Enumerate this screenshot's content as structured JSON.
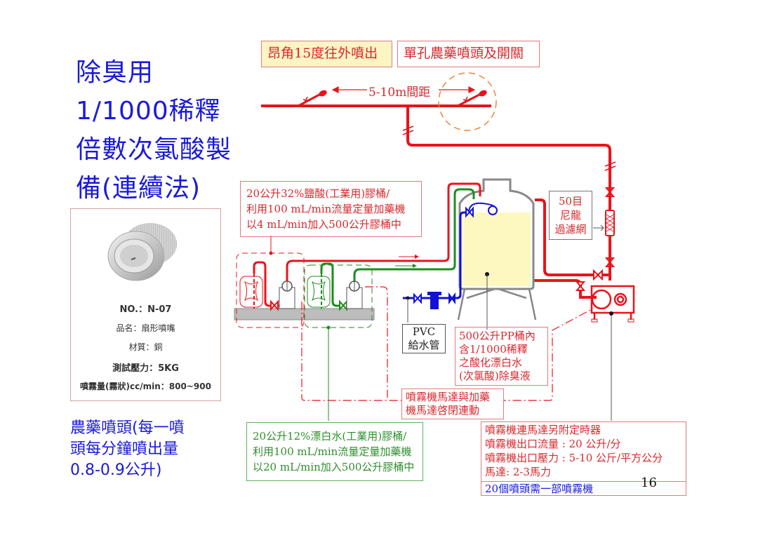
{
  "title": {
    "lines": [
      "除臭用",
      "1/1000稀釋",
      "倍數次氯酸製",
      "備(連續法)"
    ]
  },
  "top_labels": {
    "angle": "昂角15度往外噴出",
    "nozzle_switch": "單孔農藥噴頭及開關"
  },
  "spacing_label": "5-10m間距",
  "acid_box": {
    "lines": [
      "20公升32%鹽酸(工業用)膠桶/",
      "利用100 mL/min流量定量加藥機",
      "以4 mL/min加入500公升膠桶中"
    ]
  },
  "bleach_box": {
    "lines": [
      "20公升12%漂白水(工業用)膠桶/",
      "利用100 mL/min流量定量加藥機",
      "以20 mL/min加入500公升膠桶中"
    ]
  },
  "filter_box": {
    "lines": [
      "50目",
      "尼龍",
      "過濾網"
    ]
  },
  "pvc_box": {
    "lines": [
      "PVC",
      "給水管"
    ]
  },
  "tank_box": {
    "lines": [
      "500公升PP桶內",
      "含1/1000稀釋",
      "之酸化漂白水",
      "(次氯酸)除臭液"
    ]
  },
  "interlock_box": {
    "lines": [
      "噴霧機馬達與加藥",
      "機馬達啓閉連動"
    ]
  },
  "sprayer_box": {
    "lines": [
      "噴霧機連馬達另附定時器",
      "噴霧機出口流量 : 20 公升/分",
      "噴霧機出口壓力 : 5-10 公斤/平方公分",
      "馬達: 2-3馬力"
    ],
    "footer": "20個噴頭需一部噴霧機"
  },
  "nozzle_card": {
    "model": "NO.：N-07",
    "name": "品名：扇形噴嘴",
    "material": "材質：銅",
    "pressure": "測試壓力：5KG",
    "flow": "噴霧量(霧狀)cc/min：800~900"
  },
  "subtitle": {
    "lines": [
      "農藥噴頭(每一噴",
      "頭每分鐘噴出量",
      "0.8-0.9公升)"
    ]
  },
  "page_number": "16",
  "colors": {
    "pipe_red": "#e8141c",
    "pipe_green": "#1e8c1e",
    "pipe_blue": "#1212d6",
    "tank_liquid": "#fdf7c0",
    "title_blue": "#1a1adb",
    "label_red": "#d9282e",
    "callout_orange": "#e8873a"
  }
}
